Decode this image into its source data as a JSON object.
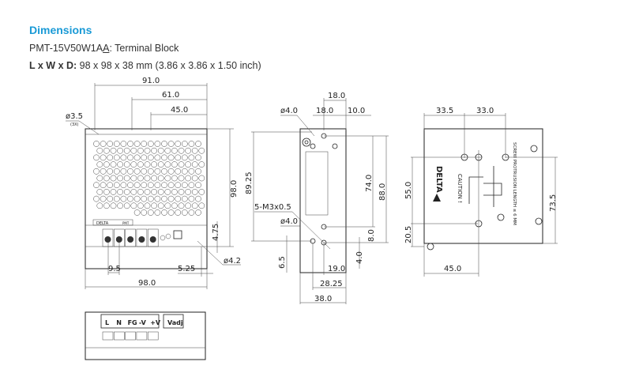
{
  "header": {
    "title": "Dimensions",
    "model": "PMT-15V50W1A",
    "model_underlined": "A",
    "model_suffix": ": Terminal Block",
    "size_label": "L x W x D:",
    "size_value": " 98 x 98 x 38 mm (3.86 x 3.86 x 1.50 inch)"
  },
  "front_view": {
    "dim_91": "91.0",
    "dim_61": "61.0",
    "dim_45": "45.0",
    "hole_dia": "ø3.5",
    "hole_count": "(3X)",
    "height": "98.0",
    "dim_475": "4.75",
    "hole_42": "ø4.2",
    "pitch": "9.5",
    "dim_525": "5.25",
    "width": "98.0",
    "logo": "DELTA",
    "model_tag": "PMT"
  },
  "side_view": {
    "dim_18_top": "18.0",
    "hole_dia_top": "ø4.0",
    "dim_18": "18.0",
    "dim_10": "10.0",
    "dim_8925": "89.25",
    "dim_74": "74.0",
    "dim_88": "88.0",
    "thread": "5-M3x0.5",
    "hole_dia_bottom": "ø4.0",
    "dim_8": "8.0",
    "dim_65": "6.5",
    "dim_4": "4.0",
    "dim_19": "19.0",
    "dim_2825": "28.25",
    "depth": "38.0"
  },
  "rear_view": {
    "dim_335": "33.5",
    "dim_33": "33.0",
    "dim_55": "55.0",
    "dim_205": "20.5",
    "dim_735": "73.5",
    "dim_45": "45.0",
    "logo": "DELTA",
    "caution": "CAUTION !",
    "screw_note": "SCREW PROTRUSION LENGTH ≤ 6 MM"
  },
  "bottom_view": {
    "terminals": [
      "L",
      "N",
      "FG",
      "-V",
      "+V"
    ],
    "adj": "Vadj"
  }
}
